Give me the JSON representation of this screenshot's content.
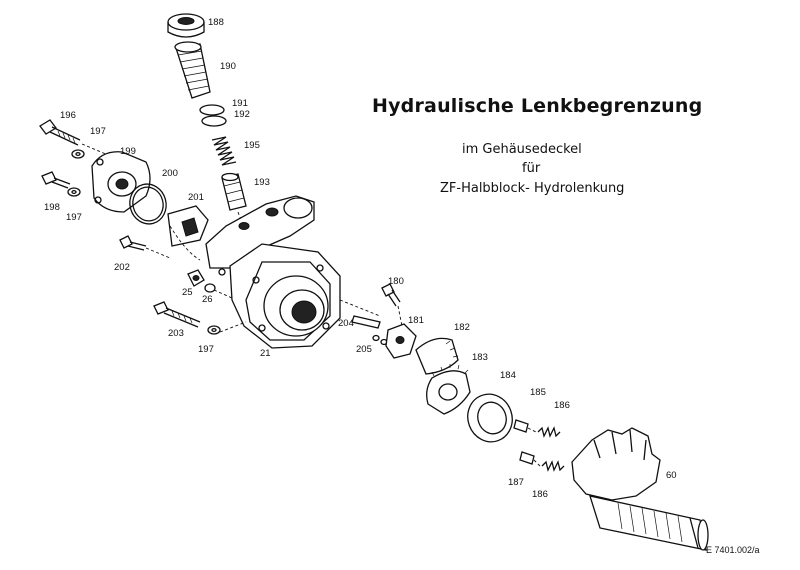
{
  "title": {
    "main": "Hydraulische Lenkbegrenzung",
    "line1": "im  Gehäusedeckel",
    "line2": "für",
    "line3": "ZF-Halbblock- Hydrolenkung"
  },
  "drawing_code": "E 7401.002/a",
  "part_labels": {
    "p188": "188",
    "p190": "190",
    "p191": "191",
    "p192": "192",
    "p195": "195",
    "p193": "193",
    "p196": "196",
    "p197a": "197",
    "p199": "199",
    "p200": "200",
    "p201": "201",
    "p198": "198",
    "p197b": "197",
    "p202": "202",
    "p25": "25",
    "p26": "26",
    "p203": "203",
    "p197c": "197",
    "p21": "21",
    "p180": "180",
    "p204": "204",
    "p181": "181",
    "p205": "205",
    "p182": "182",
    "p183": "183",
    "p184": "184",
    "p185": "185",
    "p186a": "186",
    "p187": "187",
    "p186b": "186",
    "p60": "60"
  }
}
